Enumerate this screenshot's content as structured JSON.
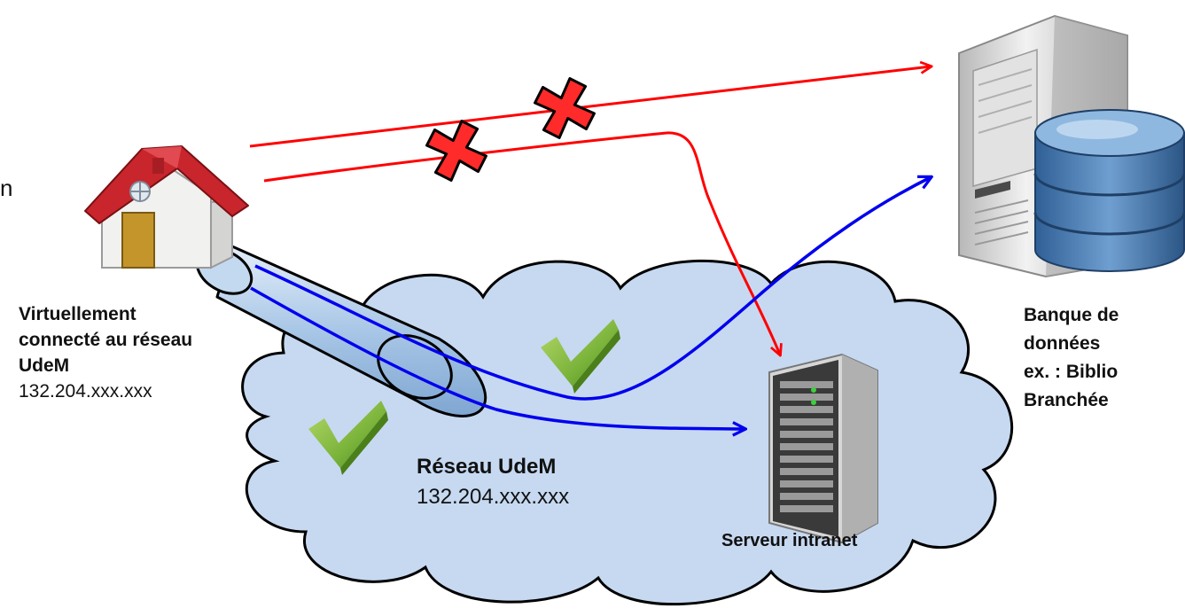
{
  "home": {
    "line1": "Virtuellement",
    "line2": "connecté au réseau",
    "line3": "UdeM",
    "ip": "132.204.xxx.xxx"
  },
  "network": {
    "name": "Réseau UdeM",
    "ip": "132.204.xxx.xxx"
  },
  "intranet": {
    "label": "Serveur intranet"
  },
  "database": {
    "line1": "Banque de",
    "line2": "données",
    "line3": "ex. : Biblio",
    "line4": "Branchée"
  },
  "edge_fragment": "n",
  "colors": {
    "blocked": "#ff0000",
    "allowed": "#0000ee",
    "cloud_fill": "#c6d9f1",
    "check": "#7ab33a",
    "roof": "#c8252c"
  }
}
